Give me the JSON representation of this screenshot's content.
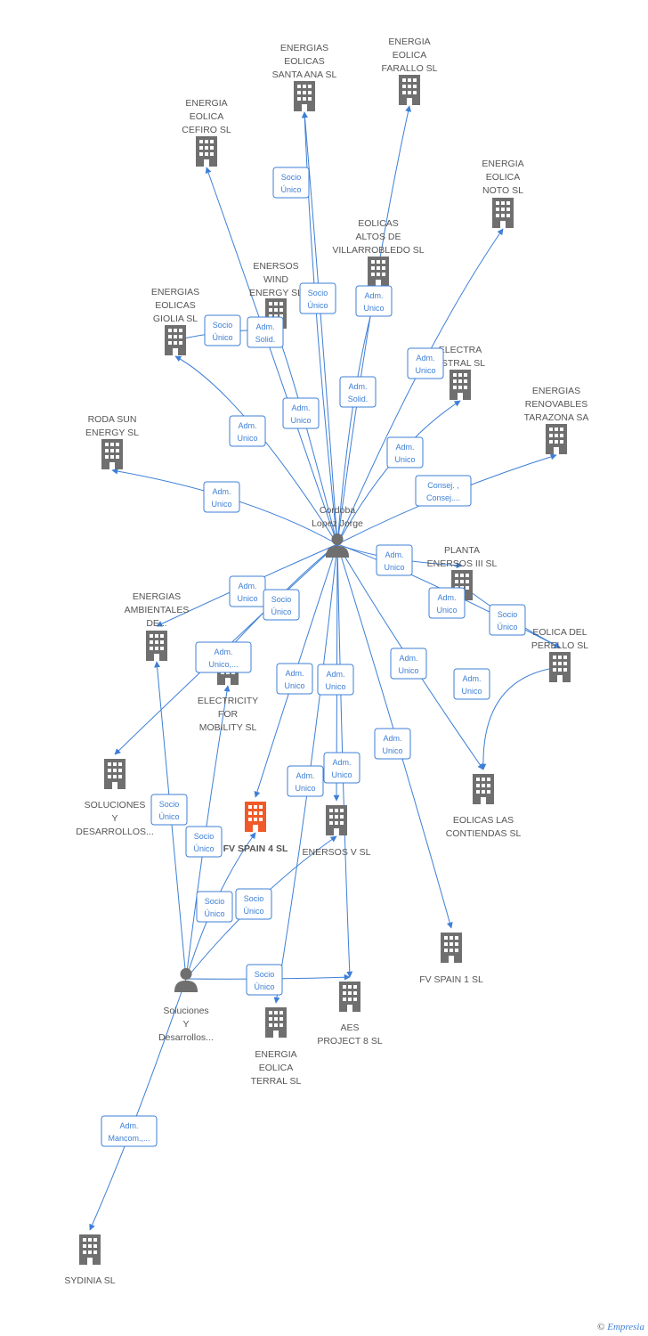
{
  "colors": {
    "edge": "#3d7fd6",
    "building": "#6f6f6f",
    "highlight": "#f05a28",
    "person": "#6f6f6f"
  },
  "nodes": [
    {
      "id": "santa_ana",
      "type": "company",
      "label": [
        "ENERGIAS",
        "EOLICAS",
        "SANTA ANA SL"
      ]
    },
    {
      "id": "farallo",
      "type": "company",
      "label": [
        "ENERGIA",
        "EOLICA",
        "FARALLO  SL"
      ]
    },
    {
      "id": "cefiro",
      "type": "company",
      "label": [
        "ENERGIA",
        "EOLICA",
        "CEFIRO  SL"
      ]
    },
    {
      "id": "noto",
      "type": "company",
      "label": [
        "ENERGIA",
        "EOLICA",
        "NOTO  SL"
      ]
    },
    {
      "id": "villarrobledo",
      "type": "company",
      "label": [
        "EOLICAS",
        "ALTOS DE",
        "VILLARROBLEDO SL"
      ]
    },
    {
      "id": "enersos_wind",
      "type": "company",
      "label": [
        "ENERSOS",
        "WIND",
        "ENERGY  SL"
      ]
    },
    {
      "id": "giolia",
      "type": "company",
      "label": [
        "ENERGIAS",
        "EOLICAS",
        "GIOLIA SL"
      ]
    },
    {
      "id": "electra",
      "type": "company",
      "label": [
        "ELECTRA",
        "ASTRAL SL"
      ]
    },
    {
      "id": "tarazona",
      "type": "company",
      "label": [
        "ENERGIAS",
        "RENOVABLES",
        "TARAZONA SA"
      ]
    },
    {
      "id": "roda",
      "type": "company",
      "label": [
        "RODA SUN",
        "ENERGY SL"
      ]
    },
    {
      "id": "cordoba",
      "type": "person",
      "label": [
        "Cordoba",
        "Lopez Jorge"
      ]
    },
    {
      "id": "planta",
      "type": "company",
      "label": [
        "PLANTA",
        "ENERSOS III SL"
      ]
    },
    {
      "id": "ambientales",
      "type": "company",
      "label": [
        "ENERGIAS",
        "AMBIENTALES",
        "DE..."
      ]
    },
    {
      "id": "perello",
      "type": "company",
      "label": [
        "EOLICA DEL",
        "PERELLO SL"
      ]
    },
    {
      "id": "mobility",
      "type": "company",
      "label": [
        "ELECTRICITY",
        "FOR",
        "MOBILITY  SL"
      ]
    },
    {
      "id": "soluciones_co",
      "type": "company",
      "label": [
        "SOLUCIONES",
        "Y",
        "DESARROLLOS..."
      ]
    },
    {
      "id": "fv4",
      "type": "company",
      "highlight": true,
      "label": [
        "FV SPAIN 4  SL"
      ]
    },
    {
      "id": "enersos_v",
      "type": "company",
      "label": [
        "ENERSOS V SL"
      ]
    },
    {
      "id": "contiendas",
      "type": "company",
      "label": [
        "EOLICAS LAS",
        "CONTIENDAS SL"
      ]
    },
    {
      "id": "fv1",
      "type": "company",
      "label": [
        "FV SPAIN 1  SL"
      ]
    },
    {
      "id": "soluciones_p",
      "type": "person",
      "label": [
        "Soluciones",
        "Y",
        "Desarrollos..."
      ]
    },
    {
      "id": "aes",
      "type": "company",
      "label": [
        "AES",
        "PROJECT 8  SL"
      ]
    },
    {
      "id": "terral",
      "type": "company",
      "label": [
        "ENERGIA",
        "EOLICA",
        "TERRAL  SL"
      ]
    },
    {
      "id": "sydinia",
      "type": "company",
      "label": [
        "SYDINIA  SL"
      ]
    }
  ],
  "edge_labels": [
    [
      "Socio",
      "Único"
    ],
    [
      "Socio",
      "Único"
    ],
    [
      "Adm.",
      "Unico"
    ],
    [
      "Socio",
      "Único"
    ],
    [
      "Adm.",
      "Solid."
    ],
    [
      "Adm.",
      "Unico"
    ],
    [
      "Adm.",
      "Solid."
    ],
    [
      "Adm.",
      "Unico"
    ],
    [
      "Adm.",
      "Unico"
    ],
    [
      "Adm.",
      "Unico"
    ],
    [
      "Adm.",
      "Unico"
    ],
    [
      "Consej. ,",
      "Consej...."
    ],
    [
      "Adm.",
      "Unico"
    ],
    [
      "Adm.",
      "Unico"
    ],
    [
      "Adm.",
      "Unico"
    ],
    [
      "Socio",
      "Único"
    ],
    [
      "Adm.",
      "Unico"
    ],
    [
      "Adm.",
      "Unico,..."
    ],
    [
      "Socio",
      "Único"
    ],
    [
      "Adm.",
      "Unico"
    ],
    [
      "Adm.",
      "Unico"
    ],
    [
      "Adm.",
      "Unico"
    ],
    [
      "Adm.",
      "Unico"
    ],
    [
      "Adm.",
      "Unico"
    ],
    [
      "Adm.",
      "Unico"
    ],
    [
      "Socio",
      "Único"
    ],
    [
      "Socio",
      "Único"
    ],
    [
      "Socio",
      "Único"
    ],
    [
      "Socio",
      "Único"
    ],
    [
      "Socio",
      "Único"
    ],
    [
      "Adm.",
      "Mancom.,..."
    ]
  ],
  "footer": {
    "copyright": "©",
    "brand": "Empresia"
  }
}
